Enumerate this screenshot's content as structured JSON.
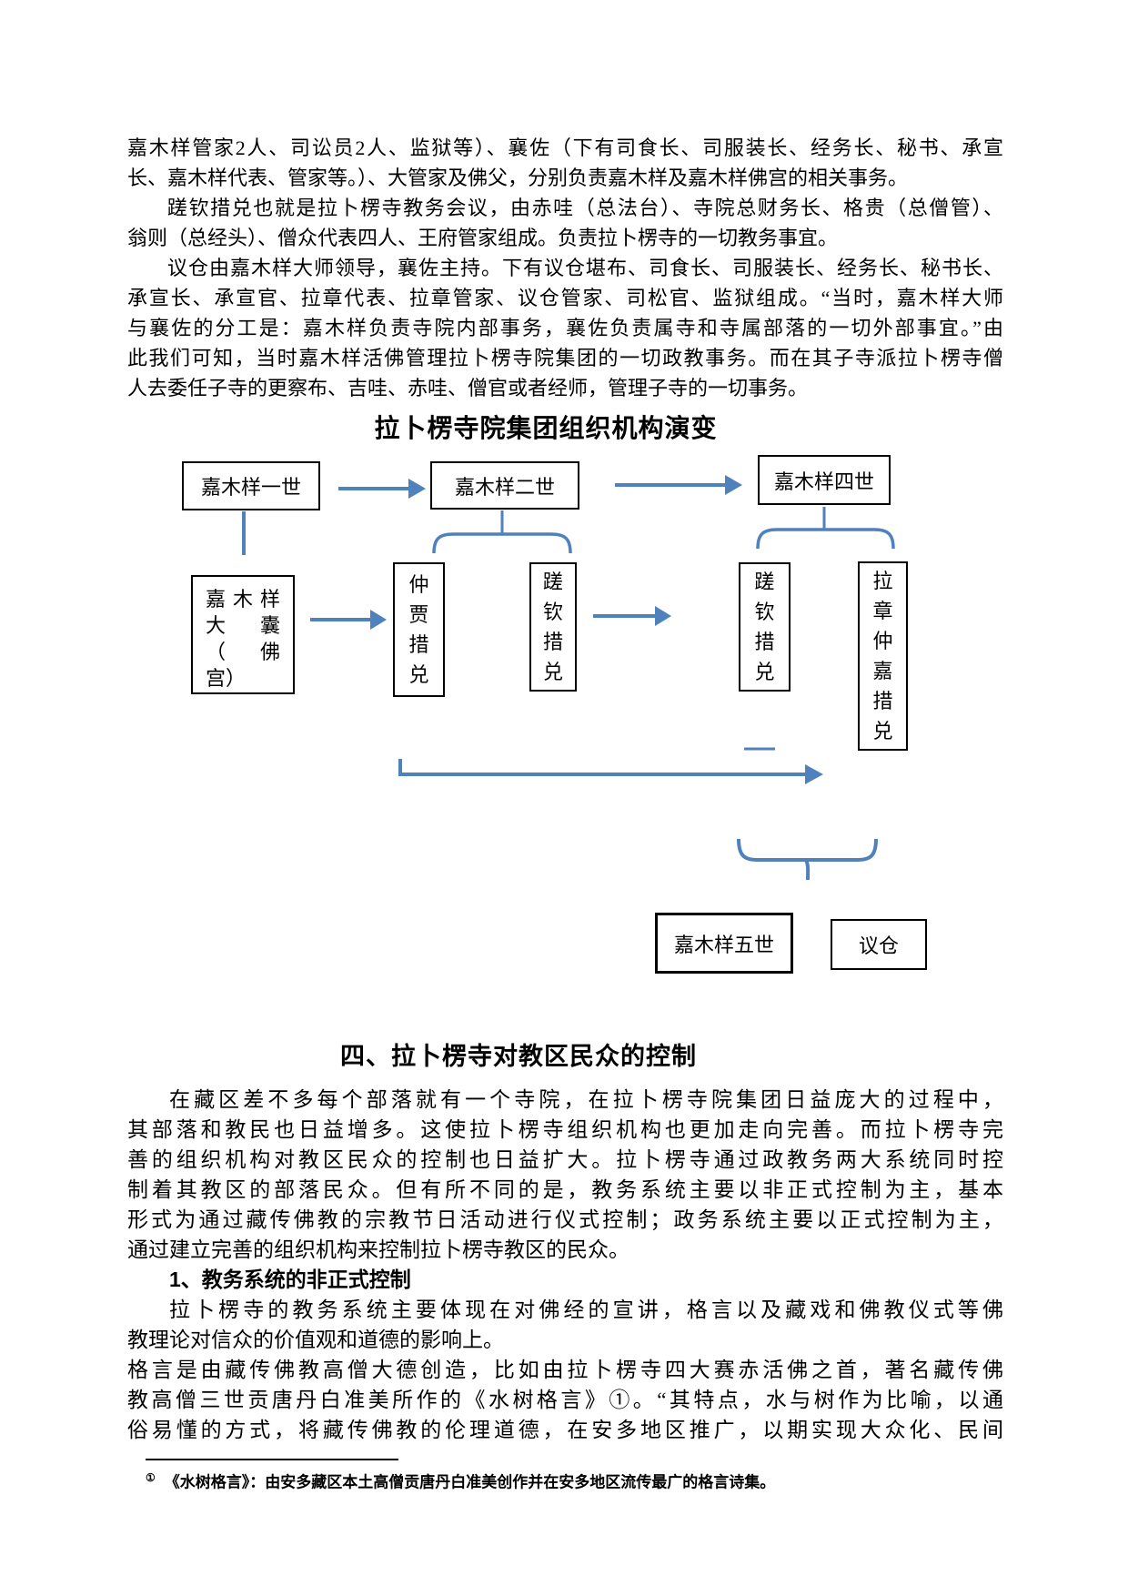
{
  "accent_color": "#4f81bd",
  "para1": [
    {
      "t": "嘉木样管家2人、司讼员2人、监狱等）、襄佐（下有司食长、司服装长、经务长、秘书、承宣"
    },
    {
      "t": "长、嘉木样代表、管家等。）、大管家及佛父，分别负责嘉木样及嘉木样佛宫的相关事务。"
    },
    {
      "t": "蹉钦措兑也就是拉卜楞寺教务会议，由赤哇（总法台）、寺院总财务长、格贵（总僧管）、"
    },
    {
      "t": "翁则（总经头）、僧众代表四人、王府管家组成。负责拉卜楞寺的一切教务事宜。"
    },
    {
      "t": "议仓由嘉木样大师领导，襄佐主持。下有议仓堪布、司食长、司服装长、经务长、秘书长、"
    },
    {
      "t": "承宣长、承宣官、拉章代表、拉章管家、议仓管家、司松官、监狱组成。“当时，嘉木样大师"
    },
    {
      "t": "与襄佐的分工是：嘉木样负责寺院内部事务，襄佐负责属寺和寺属部落的一切外部事宜。”由"
    },
    {
      "t": "此我们可知，当时嘉木样活佛管理拉卜楞寺院集团的一切政教事务。而在其子寺派拉卜楞寺僧"
    },
    {
      "t": "人去委任子寺的更察布、吉哇、赤哇、僧官或者经师，管理子寺的一切事务。"
    }
  ],
  "diagram": {
    "title": "拉卜楞寺院集团组织机构演变",
    "boxes": {
      "a": "嘉木样一世",
      "b": "嘉木样二世",
      "c": "嘉木样四世",
      "d": [
        "嘉木样",
        "大囊",
        "（佛",
        "宫）"
      ],
      "e": "仲贾措兑",
      "f": "蹉钦措兑",
      "g": "蹉钦措兑",
      "h": "拉章仲嘉措兑",
      "i": "嘉木样五世",
      "j": "议仓"
    }
  },
  "section": {
    "heading": "四、拉卜楞寺对教区民众的控制"
  },
  "body2": [
    {
      "t": "在藏区差不多每个部落就有一个寺院，在拉卜楞寺院集团日益庞大的过程中，"
    },
    {
      "t": "其部落和教民也日益增多。这使拉卜楞寺组织机构也更加走向完善。而拉卜楞寺完"
    },
    {
      "t": "善的组织机构对教区民众的控制也日益扩大。拉卜楞寺通过政教务两大系统同时控"
    },
    {
      "t": "制着其教区的部落民众。但有所不同的是，教务系统主要以非正式控制为主，基本"
    },
    {
      "t": "形式为通过藏传佛教的宗教节日活动进行仪式控制；政务系统主要以正式控制为主，"
    },
    {
      "t": "通过建立完善的组织机构来控制拉卜楞寺教区的民众。"
    },
    {
      "t": "1、教务系统的非正式控制"
    },
    {
      "t": "拉卜楞寺的教务系统主要体现在对佛经的宣讲，格言以及藏戏和佛教仪式等佛"
    },
    {
      "t": "教理论对信众的价值观和道德的影响上。"
    },
    {
      "t": "格言是由藏传佛教高僧大德创造，比如由拉卜楞寺四大赛赤活佛之首，著名藏传佛"
    },
    {
      "t": "教高僧三世贡唐丹白准美所作的《水树格言》①。“其特点，水与树作为比喻，以通"
    },
    {
      "t": "俗易懂的方式，将藏传佛教的伦理道德，在安多地区推广，以期实现大众化、民间"
    }
  ],
  "footnote": {
    "marker": "①",
    "text": "《水树格言》：由安多藏区本土高僧贡唐丹白准美创作并在安多地区流传最广的格言诗集。"
  }
}
